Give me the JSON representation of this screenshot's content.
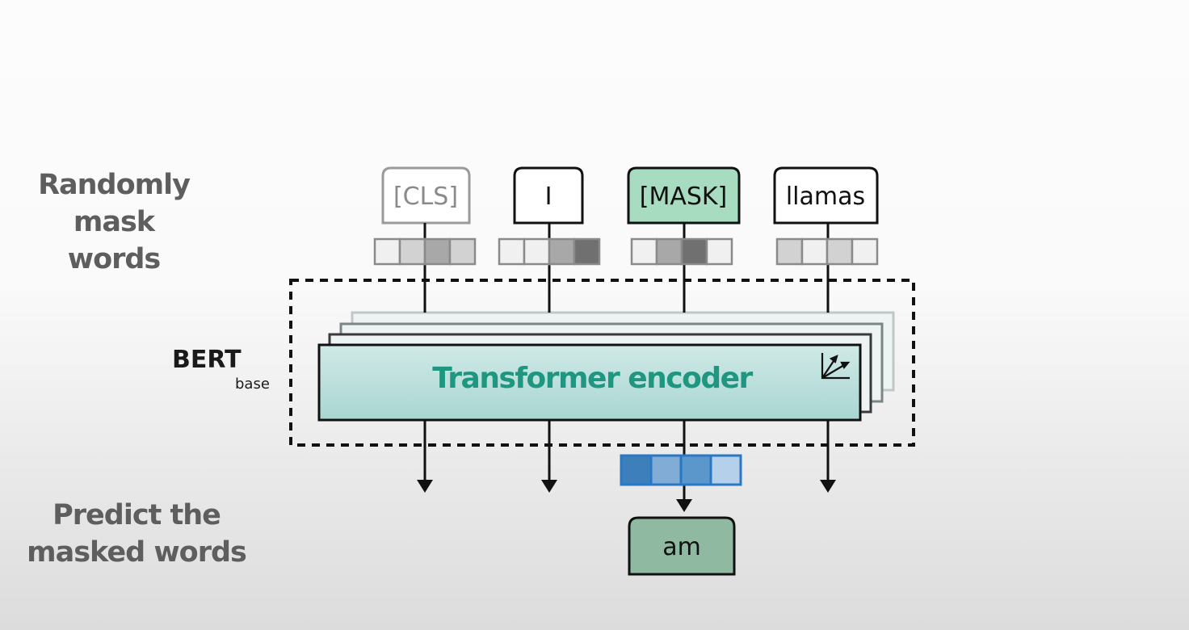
{
  "labels": {
    "mask_line1": "Randomly",
    "mask_line2": "mask words",
    "predict_line1": "Predict the",
    "predict_line2": "masked words",
    "model_name": "BERT",
    "model_variant": "base",
    "encoder": "Transformer encoder"
  },
  "tokens": [
    {
      "text": "[CLS]",
      "style": "faded",
      "embedding": [
        "#f0f0f0",
        "#d2d2d2",
        "#a8a8a8",
        "#d2d2d2"
      ]
    },
    {
      "text": "I",
      "style": "normal",
      "embedding": [
        "#f0f0f0",
        "#f0f0f0",
        "#a8a8a8",
        "#707070"
      ]
    },
    {
      "text": "[MASK]",
      "style": "masked",
      "embedding": [
        "#f0f0f0",
        "#a8a8a8",
        "#707070",
        "#f0f0f0"
      ]
    },
    {
      "text": "llamas",
      "style": "normal",
      "embedding": [
        "#d2d2d2",
        "#f0f0f0",
        "#d2d2d2",
        "#f0f0f0"
      ]
    }
  ],
  "output": {
    "text": "am",
    "embedding": [
      "#3c7fbb",
      "#80acd6",
      "#5c97cb",
      "#b5d0ea"
    ]
  },
  "colors": {
    "mask_fill": "#a8dcc0",
    "output_fill": "#8fb9a0",
    "encoder_text": "#1e9680",
    "output_vector_border": "#2a78c4"
  },
  "icons": [
    "axes-vectors-icon"
  ]
}
